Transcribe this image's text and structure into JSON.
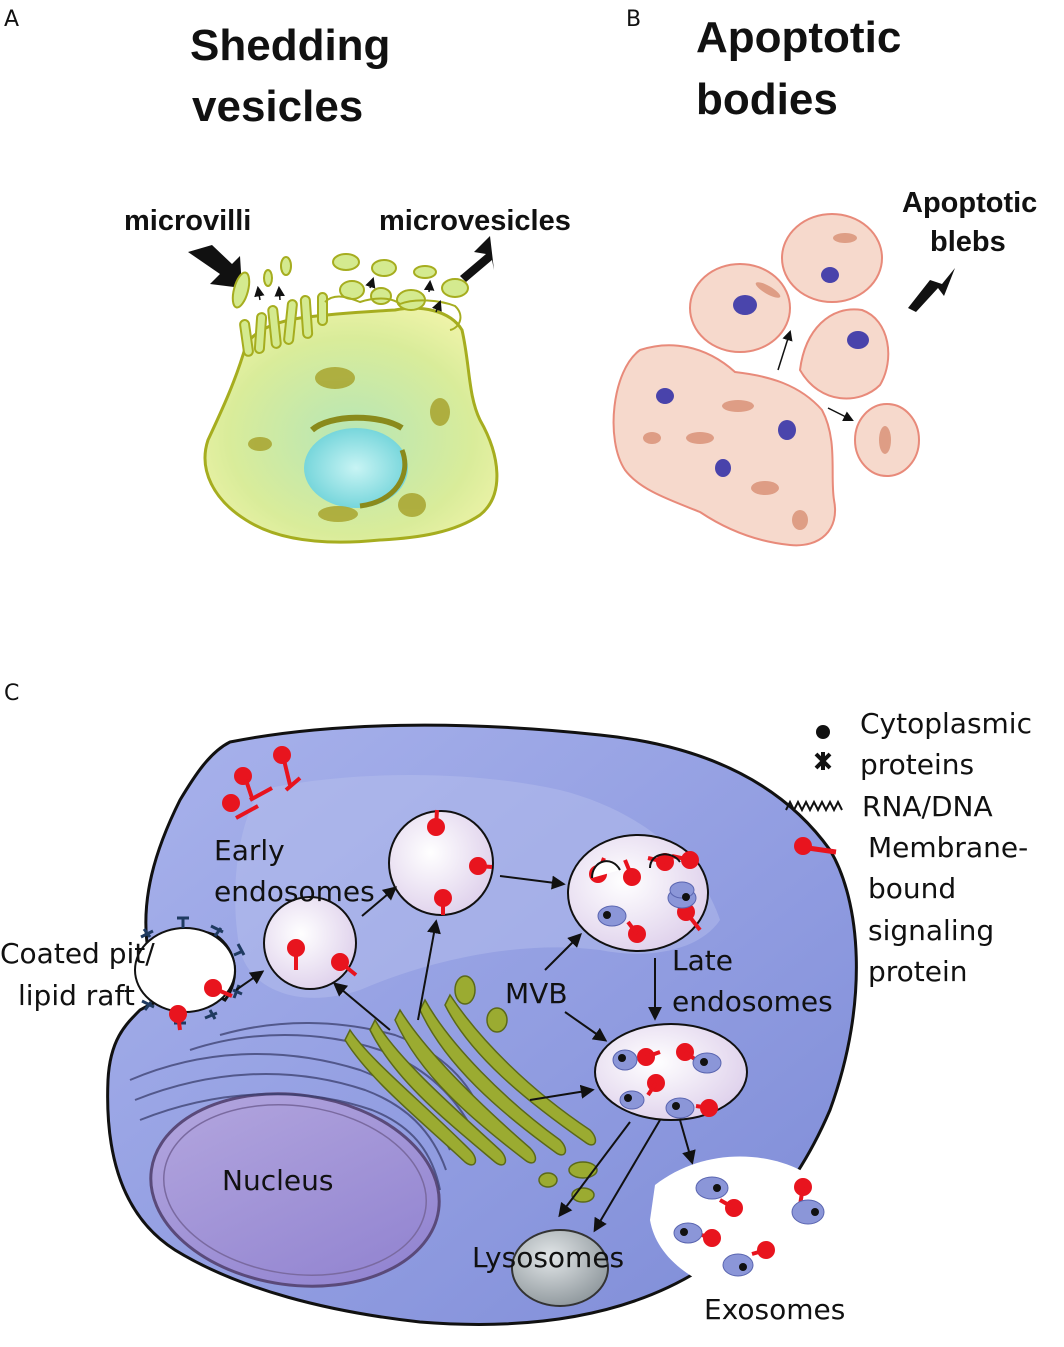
{
  "panel_a": {
    "letter": "A",
    "title_line1": "Shedding",
    "title_line2": "vesicles",
    "label_microvilli": "microvilli",
    "label_microvesicles": "microvesicles"
  },
  "panel_b": {
    "letter": "B",
    "title_line1": "Apoptotic",
    "title_line2": "bodies",
    "label_blebs_line1": "Apoptotic",
    "label_blebs_line2": "blebs"
  },
  "panel_c": {
    "letter": "C",
    "coated_pit_line1": "Coated pit/",
    "coated_pit_line2": "lipid raft",
    "early_endosomes_line1": "Early",
    "early_endosomes_line2": "endosomes",
    "mvb": "MVB",
    "late_endosomes_line1": "Late",
    "late_endosomes_line2": "endosomes",
    "nucleus": "Nucleus",
    "lysosomes": "Lysosomes",
    "exosomes": "Exosomes",
    "legend": {
      "cyto_line1": "Cytoplasmic",
      "cyto_line2": "proteins",
      "rna_dna": "RNA/DNA",
      "membrane_line1": "Membrane-",
      "membrane_line2": "bound",
      "membrane_line3": "signaling",
      "membrane_line4": "protein"
    }
  },
  "colors": {
    "cell_a_fill": "#d9ec9a",
    "cell_a_outline": "#a6ad1f",
    "nucleus_a": "#8fdde0",
    "apoptotic_fill": "#f6d9cc",
    "apoptotic_outline": "#e88a7a",
    "chromatin": "#2b2aa6",
    "cell_c_fill": "#8e9be0",
    "vesicle_fill": "#eadff2",
    "receptor_red": "#e8141e",
    "golgi_green": "#8fa12a",
    "nucleus_c": "#9a8fd6",
    "lysosome_gray": "#a9b0b4"
  }
}
